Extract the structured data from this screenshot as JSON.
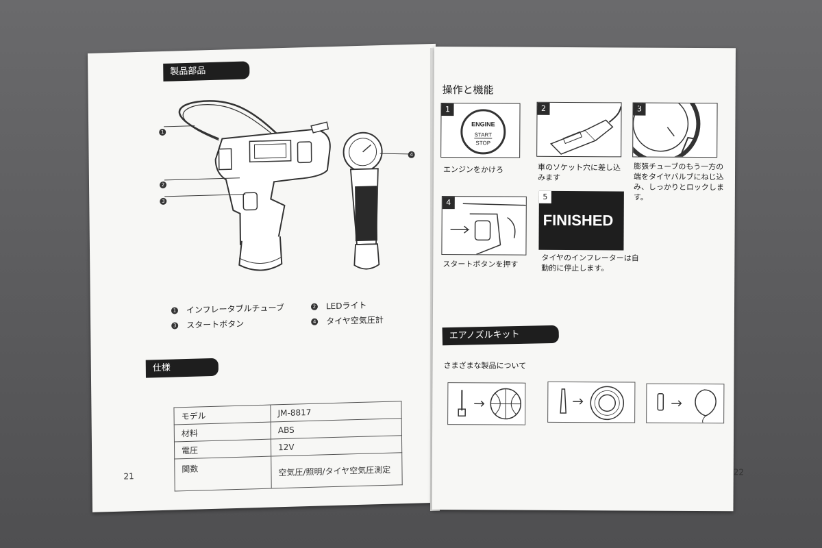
{
  "left_page": {
    "section_parts": "製品部品",
    "legend": [
      {
        "num": "1",
        "label": "インフレータブルチューブ"
      },
      {
        "num": "2",
        "label": "LEDライト"
      },
      {
        "num": "3",
        "label": "スタートボタン"
      },
      {
        "num": "4",
        "label": "タイヤ空気圧計"
      }
    ],
    "section_spec": "仕様",
    "spec_rows": [
      {
        "key": "モデル",
        "value": "JM-8817"
      },
      {
        "key": "材料",
        "value": "ABS"
      },
      {
        "key": "電圧",
        "value": "12V"
      },
      {
        "key": "関数",
        "value": "空気圧/照明/タイヤ空気圧測定"
      }
    ],
    "page_number": "21"
  },
  "right_page": {
    "heading": "操作と機能",
    "steps": [
      {
        "num": "1",
        "image_text": [
          "ENGINE",
          "START",
          "STOP"
        ],
        "caption": "エンジンをかけろ"
      },
      {
        "num": "2",
        "caption": "車のソケット穴に差し込みます"
      },
      {
        "num": "3",
        "caption": "膨張チューブのもう一方の端をタイヤバルブにねじ込み、しっかりとロックします。"
      },
      {
        "num": "4",
        "caption": "スタートボタンを押す"
      },
      {
        "num": "5",
        "image_text": [
          "FINISHED"
        ],
        "caption": "タイヤのインフレーターは自動的に停止します。"
      }
    ],
    "section_nozzle": "エアノズルキット",
    "nozzle_subtitle": "さまざまな製品について",
    "page_number": "22"
  }
}
